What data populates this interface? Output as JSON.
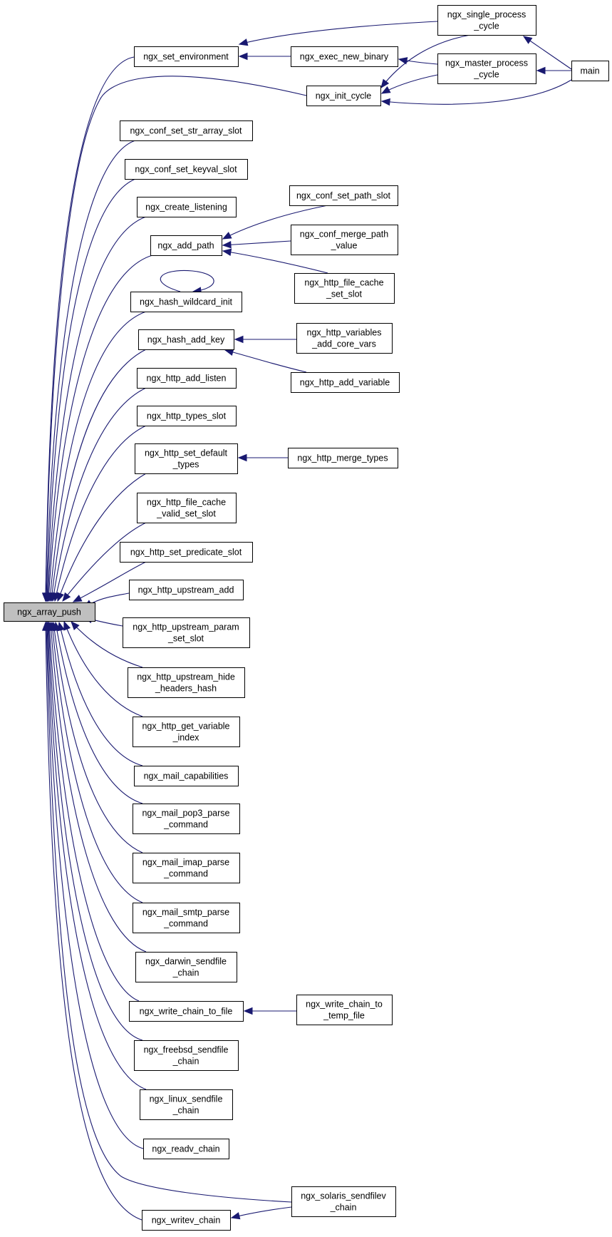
{
  "graph": {
    "title": "ngx_array_push caller graph",
    "colors": {
      "edge": "#191970",
      "root_fill": "#bfbfbf",
      "node_fill": "#ffffff",
      "border": "#000000"
    },
    "nodes": [
      {
        "id": "root",
        "lines": [
          "ngx_array_push"
        ],
        "root": true
      },
      {
        "id": "set_env",
        "lines": [
          "ngx_set_environment"
        ]
      },
      {
        "id": "exec_nb",
        "lines": [
          "ngx_exec_new_binary"
        ]
      },
      {
        "id": "single_pc",
        "lines": [
          "ngx_single_process",
          "_cycle"
        ]
      },
      {
        "id": "master_pc",
        "lines": [
          "ngx_master_process",
          "_cycle"
        ]
      },
      {
        "id": "main",
        "lines": [
          "main"
        ]
      },
      {
        "id": "init_cycle",
        "lines": [
          "ngx_init_cycle"
        ]
      },
      {
        "id": "conf_str_arr",
        "lines": [
          "ngx_conf_set_str_array_slot"
        ]
      },
      {
        "id": "conf_keyval",
        "lines": [
          "ngx_conf_set_keyval_slot"
        ]
      },
      {
        "id": "create_listen",
        "lines": [
          "ngx_create_listening"
        ]
      },
      {
        "id": "add_path",
        "lines": [
          "ngx_add_path"
        ]
      },
      {
        "id": "conf_path_slot",
        "lines": [
          "ngx_conf_set_path_slot"
        ]
      },
      {
        "id": "conf_merge_path",
        "lines": [
          "ngx_conf_merge_path",
          "_value"
        ]
      },
      {
        "id": "http_fc_set",
        "lines": [
          "ngx_http_file_cache",
          "_set_slot"
        ]
      },
      {
        "id": "hash_wild",
        "lines": [
          "ngx_hash_wildcard_init"
        ]
      },
      {
        "id": "hash_add_key",
        "lines": [
          "ngx_hash_add_key"
        ]
      },
      {
        "id": "http_vars_core",
        "lines": [
          "ngx_http_variables",
          "_add_core_vars"
        ]
      },
      {
        "id": "http_add_var",
        "lines": [
          "ngx_http_add_variable"
        ]
      },
      {
        "id": "http_add_listen",
        "lines": [
          "ngx_http_add_listen"
        ]
      },
      {
        "id": "http_types_slot",
        "lines": [
          "ngx_http_types_slot"
        ]
      },
      {
        "id": "http_set_def_types",
        "lines": [
          "ngx_http_set_default",
          "_types"
        ]
      },
      {
        "id": "http_merge_types",
        "lines": [
          "ngx_http_merge_types"
        ]
      },
      {
        "id": "http_fc_valid",
        "lines": [
          "ngx_http_file_cache",
          "_valid_set_slot"
        ]
      },
      {
        "id": "http_set_pred",
        "lines": [
          "ngx_http_set_predicate_slot"
        ]
      },
      {
        "id": "http_up_add",
        "lines": [
          "ngx_http_upstream_add"
        ]
      },
      {
        "id": "http_up_param",
        "lines": [
          "ngx_http_upstream_param",
          "_set_slot"
        ]
      },
      {
        "id": "http_up_hide",
        "lines": [
          "ngx_http_upstream_hide",
          "_headers_hash"
        ]
      },
      {
        "id": "http_get_var",
        "lines": [
          "ngx_http_get_variable",
          "_index"
        ]
      },
      {
        "id": "mail_cap",
        "lines": [
          "ngx_mail_capabilities"
        ]
      },
      {
        "id": "mail_pop3",
        "lines": [
          "ngx_mail_pop3_parse",
          "_command"
        ]
      },
      {
        "id": "mail_imap",
        "lines": [
          "ngx_mail_imap_parse",
          "_command"
        ]
      },
      {
        "id": "mail_smtp",
        "lines": [
          "ngx_mail_smtp_parse",
          "_command"
        ]
      },
      {
        "id": "darwin_sf",
        "lines": [
          "ngx_darwin_sendfile",
          "_chain"
        ]
      },
      {
        "id": "write_chain_file",
        "lines": [
          "ngx_write_chain_to_file"
        ]
      },
      {
        "id": "write_chain_temp",
        "lines": [
          "ngx_write_chain_to",
          "_temp_file"
        ]
      },
      {
        "id": "freebsd_sf",
        "lines": [
          "ngx_freebsd_sendfile",
          "_chain"
        ]
      },
      {
        "id": "linux_sf",
        "lines": [
          "ngx_linux_sendfile",
          "_chain"
        ]
      },
      {
        "id": "readv",
        "lines": [
          "ngx_readv_chain"
        ]
      },
      {
        "id": "solaris_sfv",
        "lines": [
          "ngx_solaris_sendfilev",
          "_chain"
        ]
      },
      {
        "id": "writev",
        "lines": [
          "ngx_writev_chain"
        ]
      }
    ],
    "edges": [
      [
        "set_env",
        "root"
      ],
      [
        "init_cycle",
        "root"
      ],
      [
        "conf_str_arr",
        "root"
      ],
      [
        "conf_keyval",
        "root"
      ],
      [
        "create_listen",
        "root"
      ],
      [
        "add_path",
        "root"
      ],
      [
        "hash_wild",
        "root"
      ],
      [
        "hash_add_key",
        "root"
      ],
      [
        "http_add_listen",
        "root"
      ],
      [
        "http_types_slot",
        "root"
      ],
      [
        "http_set_def_types",
        "root"
      ],
      [
        "http_fc_valid",
        "root"
      ],
      [
        "http_set_pred",
        "root"
      ],
      [
        "http_up_add",
        "root"
      ],
      [
        "http_up_param",
        "root"
      ],
      [
        "http_up_hide",
        "root"
      ],
      [
        "http_get_var",
        "root"
      ],
      [
        "mail_cap",
        "root"
      ],
      [
        "mail_pop3",
        "root"
      ],
      [
        "mail_imap",
        "root"
      ],
      [
        "mail_smtp",
        "root"
      ],
      [
        "darwin_sf",
        "root"
      ],
      [
        "write_chain_file",
        "root"
      ],
      [
        "freebsd_sf",
        "root"
      ],
      [
        "linux_sf",
        "root"
      ],
      [
        "readv",
        "root"
      ],
      [
        "solaris_sfv",
        "root"
      ],
      [
        "writev",
        "root"
      ],
      [
        "single_pc",
        "set_env"
      ],
      [
        "exec_nb",
        "set_env"
      ],
      [
        "master_pc",
        "exec_nb"
      ],
      [
        "main",
        "single_pc"
      ],
      [
        "main",
        "master_pc"
      ],
      [
        "single_pc",
        "init_cycle"
      ],
      [
        "master_pc",
        "init_cycle"
      ],
      [
        "main",
        "init_cycle"
      ],
      [
        "conf_path_slot",
        "add_path"
      ],
      [
        "conf_merge_path",
        "add_path"
      ],
      [
        "http_fc_set",
        "add_path"
      ],
      [
        "hash_wild",
        "hash_wild"
      ],
      [
        "http_vars_core",
        "hash_add_key"
      ],
      [
        "http_add_var",
        "hash_add_key"
      ],
      [
        "http_merge_types",
        "http_set_def_types"
      ],
      [
        "write_chain_temp",
        "write_chain_file"
      ],
      [
        "solaris_sfv",
        "writev"
      ]
    ]
  }
}
